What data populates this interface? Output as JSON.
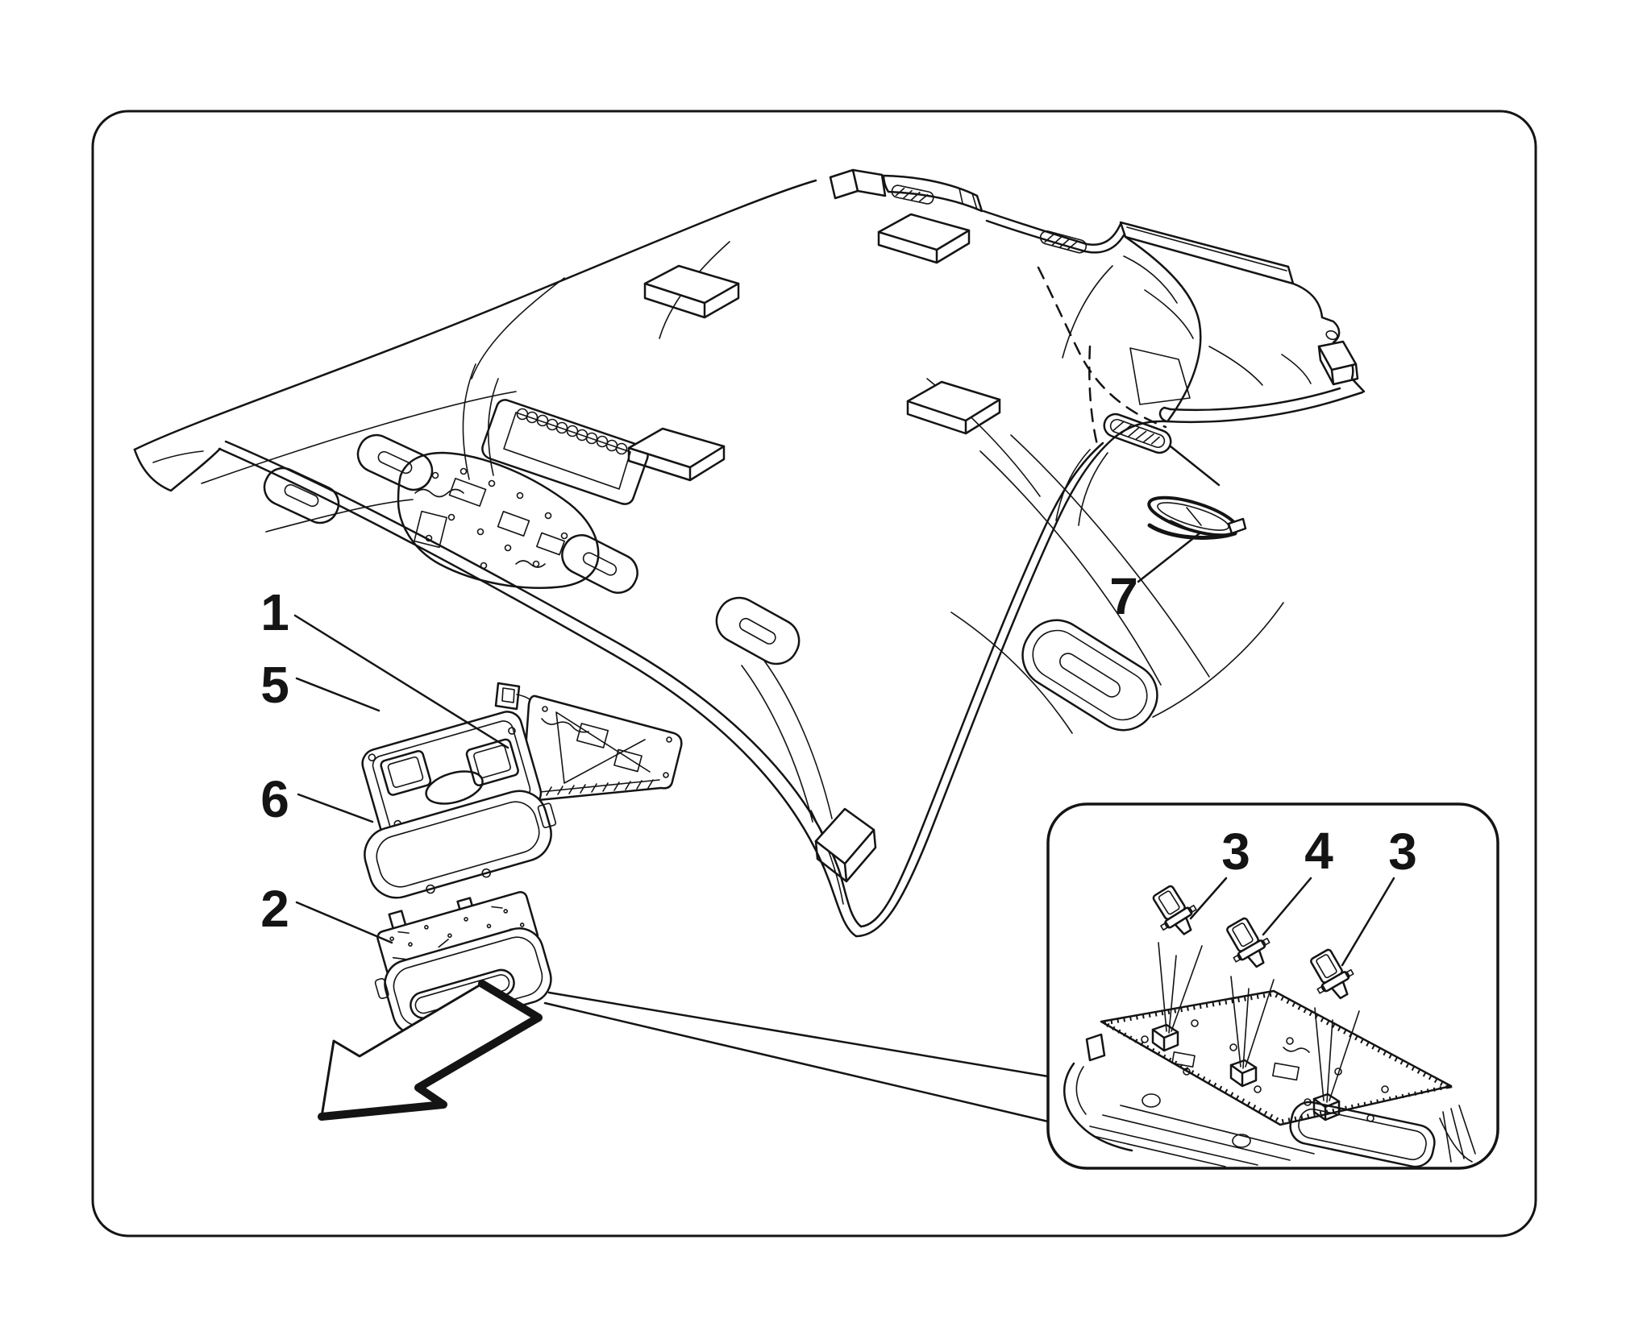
{
  "figure": {
    "kind": "exploded-parts-line-diagram",
    "background": "#ffffff",
    "line_color": "#141414"
  },
  "callouts": {
    "item1": "1",
    "item5": "5",
    "item6": "6",
    "item2": "2",
    "item7": "7",
    "inset_left_bulb": "3",
    "inset_middle_bulb": "4",
    "inset_right_bulb": "3"
  }
}
